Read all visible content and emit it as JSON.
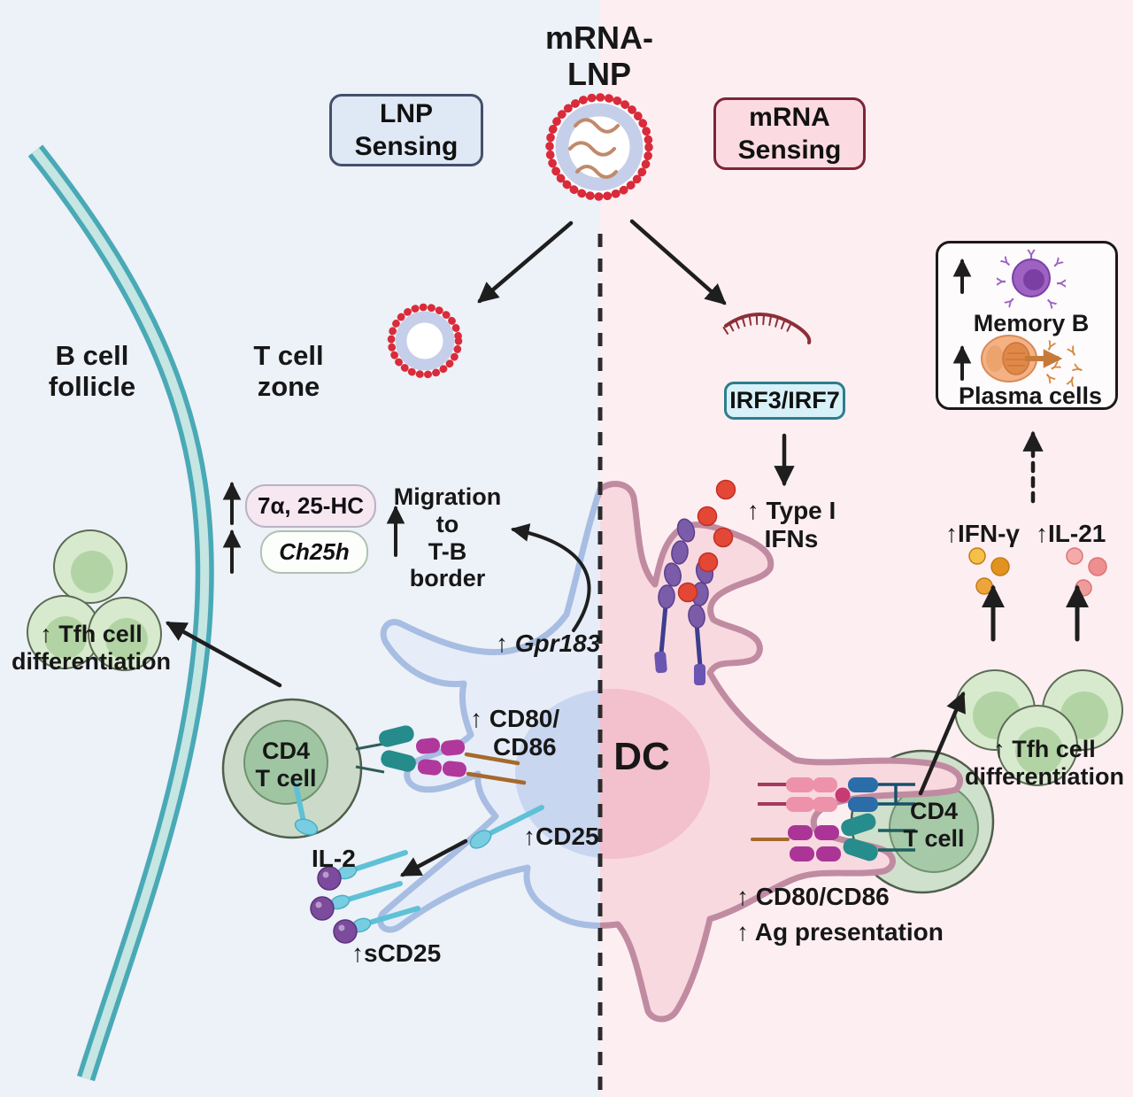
{
  "title": {
    "line1": "mRNA-",
    "line2": "LNP"
  },
  "boxes": {
    "lnp_sensing": {
      "line1": "LNP",
      "line2": "Sensing"
    },
    "mrna_sensing": {
      "line1": "mRNA",
      "line2": "Sensing"
    },
    "irf": {
      "label": "IRF3/IRF7"
    }
  },
  "zones": {
    "b_line1": "B cell",
    "b_line2": "follicle",
    "t_line1": "T cell",
    "t_line2": "zone"
  },
  "left": {
    "pill_hc": "7α, 25-HC",
    "pill_ch25h": "Ch25h",
    "mig1": "Migration",
    "mig2": "to",
    "mig3": "T-B",
    "mig4": "border",
    "gpr183": "↑ Gpr183",
    "cd80a": "↑ CD80/",
    "cd80b": "CD86",
    "cd25": "↑CD25",
    "il2": "IL-2",
    "scd25": "↑sCD25",
    "tfh1": "↑ Tfh cell",
    "tfh2": "differentiation",
    "cd4a": "CD4",
    "cd4b": "T cell"
  },
  "right": {
    "dc": "DC",
    "type1a": "↑ Type I",
    "type1b": "IFNs",
    "ifng": "↑IFN-γ",
    "il21": "↑IL-21",
    "tfh1": "↑ Tfh cell",
    "tfh2": "differentiation",
    "cd4a": "CD4",
    "cd4b": "T cell",
    "cd80": "↑ CD80/CD86",
    "ag": "↑ Ag presentation",
    "memory": "Memory B",
    "plasma": "Plasma cells"
  },
  "colors": {
    "left_bg": "#edf1f8",
    "right_bg": "#fdeef2",
    "teal_border": "#4aa9b6",
    "lnp_red": "#d92b3a",
    "lipid_tail": "#c6cfe9",
    "dc_pink_fill": "#f8d9e0",
    "dc_pink_stroke": "#c08ba1",
    "dc_blue_fill": "#e6edf9",
    "dc_blue_stroke": "#a7bde2",
    "tcell_fill": "#ccdbc9",
    "tcell_nucleus": "#a0c5a2",
    "tfh_fill": "#d8eace",
    "tfh_nucleus": "#b2d4a4",
    "memory_purple": "#9e62c2",
    "plasma_orange": "#f3b184",
    "ifn_red": "#e34836",
    "ifng_orange": "#e2931f",
    "il21_pink": "#ee8f8f",
    "il2_purple": "#7c4b9d",
    "cd25_teal": "#5fc1d6",
    "mhc_magenta": "#ae3699",
    "tcr_teal": "#278c8c",
    "mhc_pink": "#ee92ab",
    "tcr_blue": "#2b6da8",
    "antigen_brown": "#a5692b",
    "arrow_black": "#1e1e1e"
  }
}
